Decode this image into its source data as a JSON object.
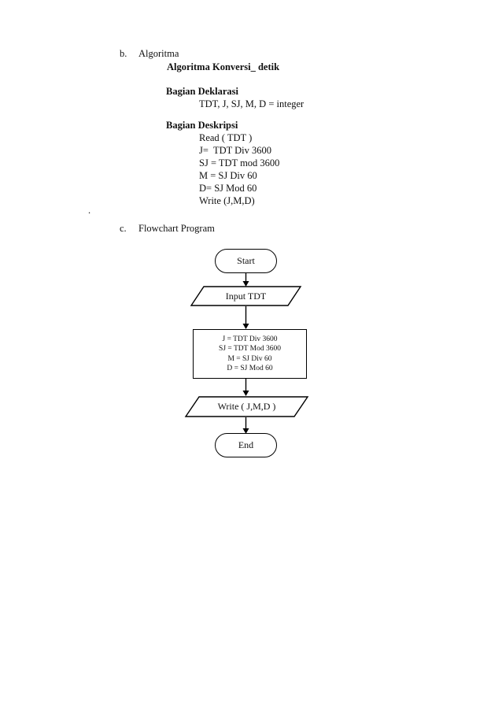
{
  "document": {
    "section_b": {
      "marker": "b.",
      "label": "Algoritma",
      "title": "Algoritma Konversi_ detik",
      "declaration_heading": "Bagian Deklarasi",
      "declaration_lines": [
        "TDT, J, SJ, M, D = integer"
      ],
      "description_heading": "Bagian Deskripsi",
      "description_lines": [
        "Read ( TDT )",
        "J=  TDT Div 3600",
        "SJ = TDT mod 3600",
        "M = SJ Div 60",
        "D= SJ Mod 60",
        "Write (J,M,D)"
      ]
    },
    "stray_period": ".",
    "section_c": {
      "marker": "c.",
      "label": "Flowchart Program"
    }
  },
  "flowchart": {
    "nodes": {
      "start": "Start",
      "input": "Input TDT",
      "process_lines": [
        "J = TDT Div 3600",
        "SJ = TDT Mod 3600",
        "M = SJ Div 60",
        "D = SJ Mod 60"
      ],
      "output": "Write ( J,M,D )",
      "end": "End"
    },
    "stroke_color": "#000000",
    "fill_color": "#ffffff"
  }
}
